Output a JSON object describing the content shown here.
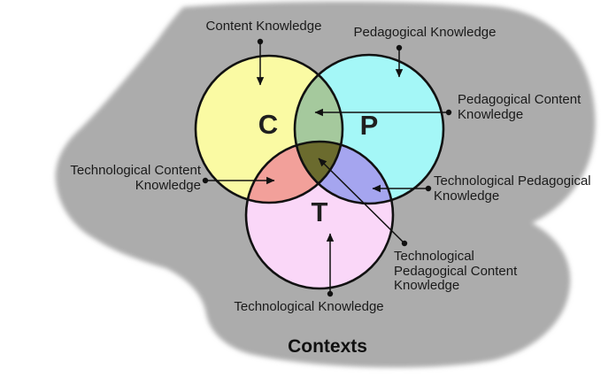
{
  "diagram_type": "tpack-venn-diagram",
  "background": {
    "page_color": "#FFFFFF",
    "blob_color": "#ACACAC"
  },
  "contexts_label": "Contexts",
  "circles": {
    "content": {
      "letter": "C",
      "color": "#FAFAA3"
    },
    "pedagogical": {
      "letter": "P",
      "color": "#A4F7F7"
    },
    "technological": {
      "letter": "T",
      "color": "#FAD7F8"
    }
  },
  "overlap_colors": {
    "pedagogical_content": "#A5C99D",
    "technological_content": "#F2A09A",
    "technological_pedagogical": "#A5A5EF",
    "technological_pedagogical_content": "#6B6B2E"
  },
  "labels": {
    "content_knowledge": {
      "lines": [
        "Content Knowledge"
      ]
    },
    "pedagogical_knowledge": {
      "lines": [
        "Pedagogical Knowledge"
      ]
    },
    "pedagogical_content_knowledge": {
      "lines": [
        "Pedagogical Content",
        "Knowledge"
      ]
    },
    "technological_content_knowledge": {
      "lines": [
        "Technological Content",
        "Knowledge"
      ]
    },
    "technological_pedagogical_knowledge": {
      "lines": [
        "Technological Pedagogical",
        "Knowledge"
      ]
    },
    "technological_pedagogical_content_knowledge": {
      "lines": [
        "Technological",
        "Pedagogical Content",
        "Knowledge"
      ]
    },
    "technological_knowledge": {
      "lines": [
        "Technological Knowledge"
      ]
    }
  }
}
